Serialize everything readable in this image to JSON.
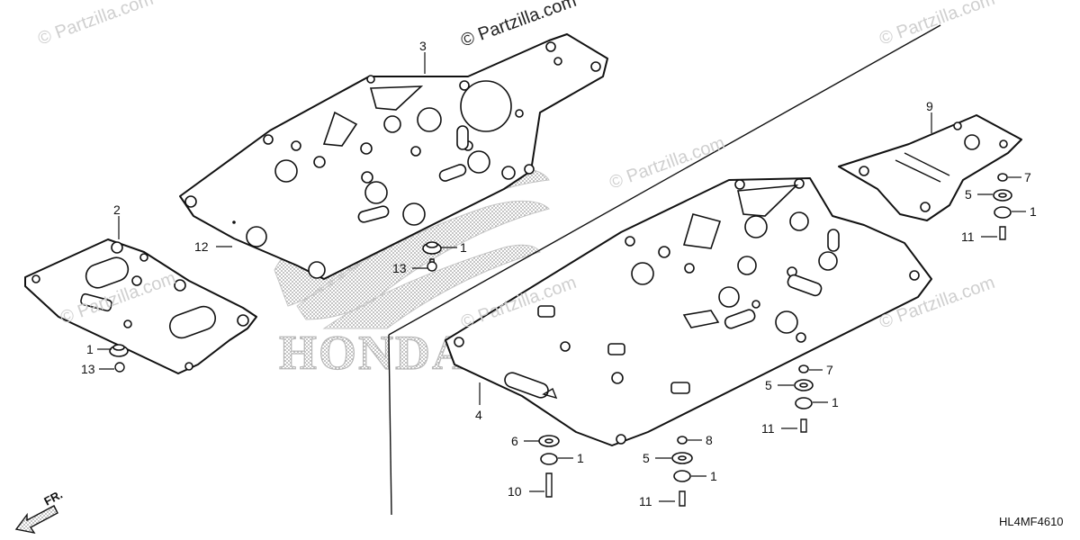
{
  "watermarks": [
    "© Partzilla.com",
    "© Partzilla.com",
    "© Partzilla.com",
    "© Partzilla.com",
    "© Partzilla.com",
    "© Partzilla.com",
    "© Partzilla.com"
  ],
  "logo": {
    "text": "HONDA"
  },
  "diagram_code": "HL4MF4610",
  "front_marker": "FR.",
  "callouts": {
    "c3": "3",
    "c2": "2",
    "c9": "9",
    "c4": "4",
    "c12": "12",
    "c1a": "1",
    "c13a": "13",
    "c1b": "1",
    "c13b": "13",
    "c7a": "7",
    "c5a": "5",
    "c1c": "1",
    "c11a": "11",
    "c7b": "7",
    "c5b": "5",
    "c1d": "1",
    "c11b": "11",
    "c6": "6",
    "c1e": "1",
    "c10": "10",
    "c8": "8",
    "c5c": "5",
    "c1f": "1",
    "c11c": "11"
  }
}
